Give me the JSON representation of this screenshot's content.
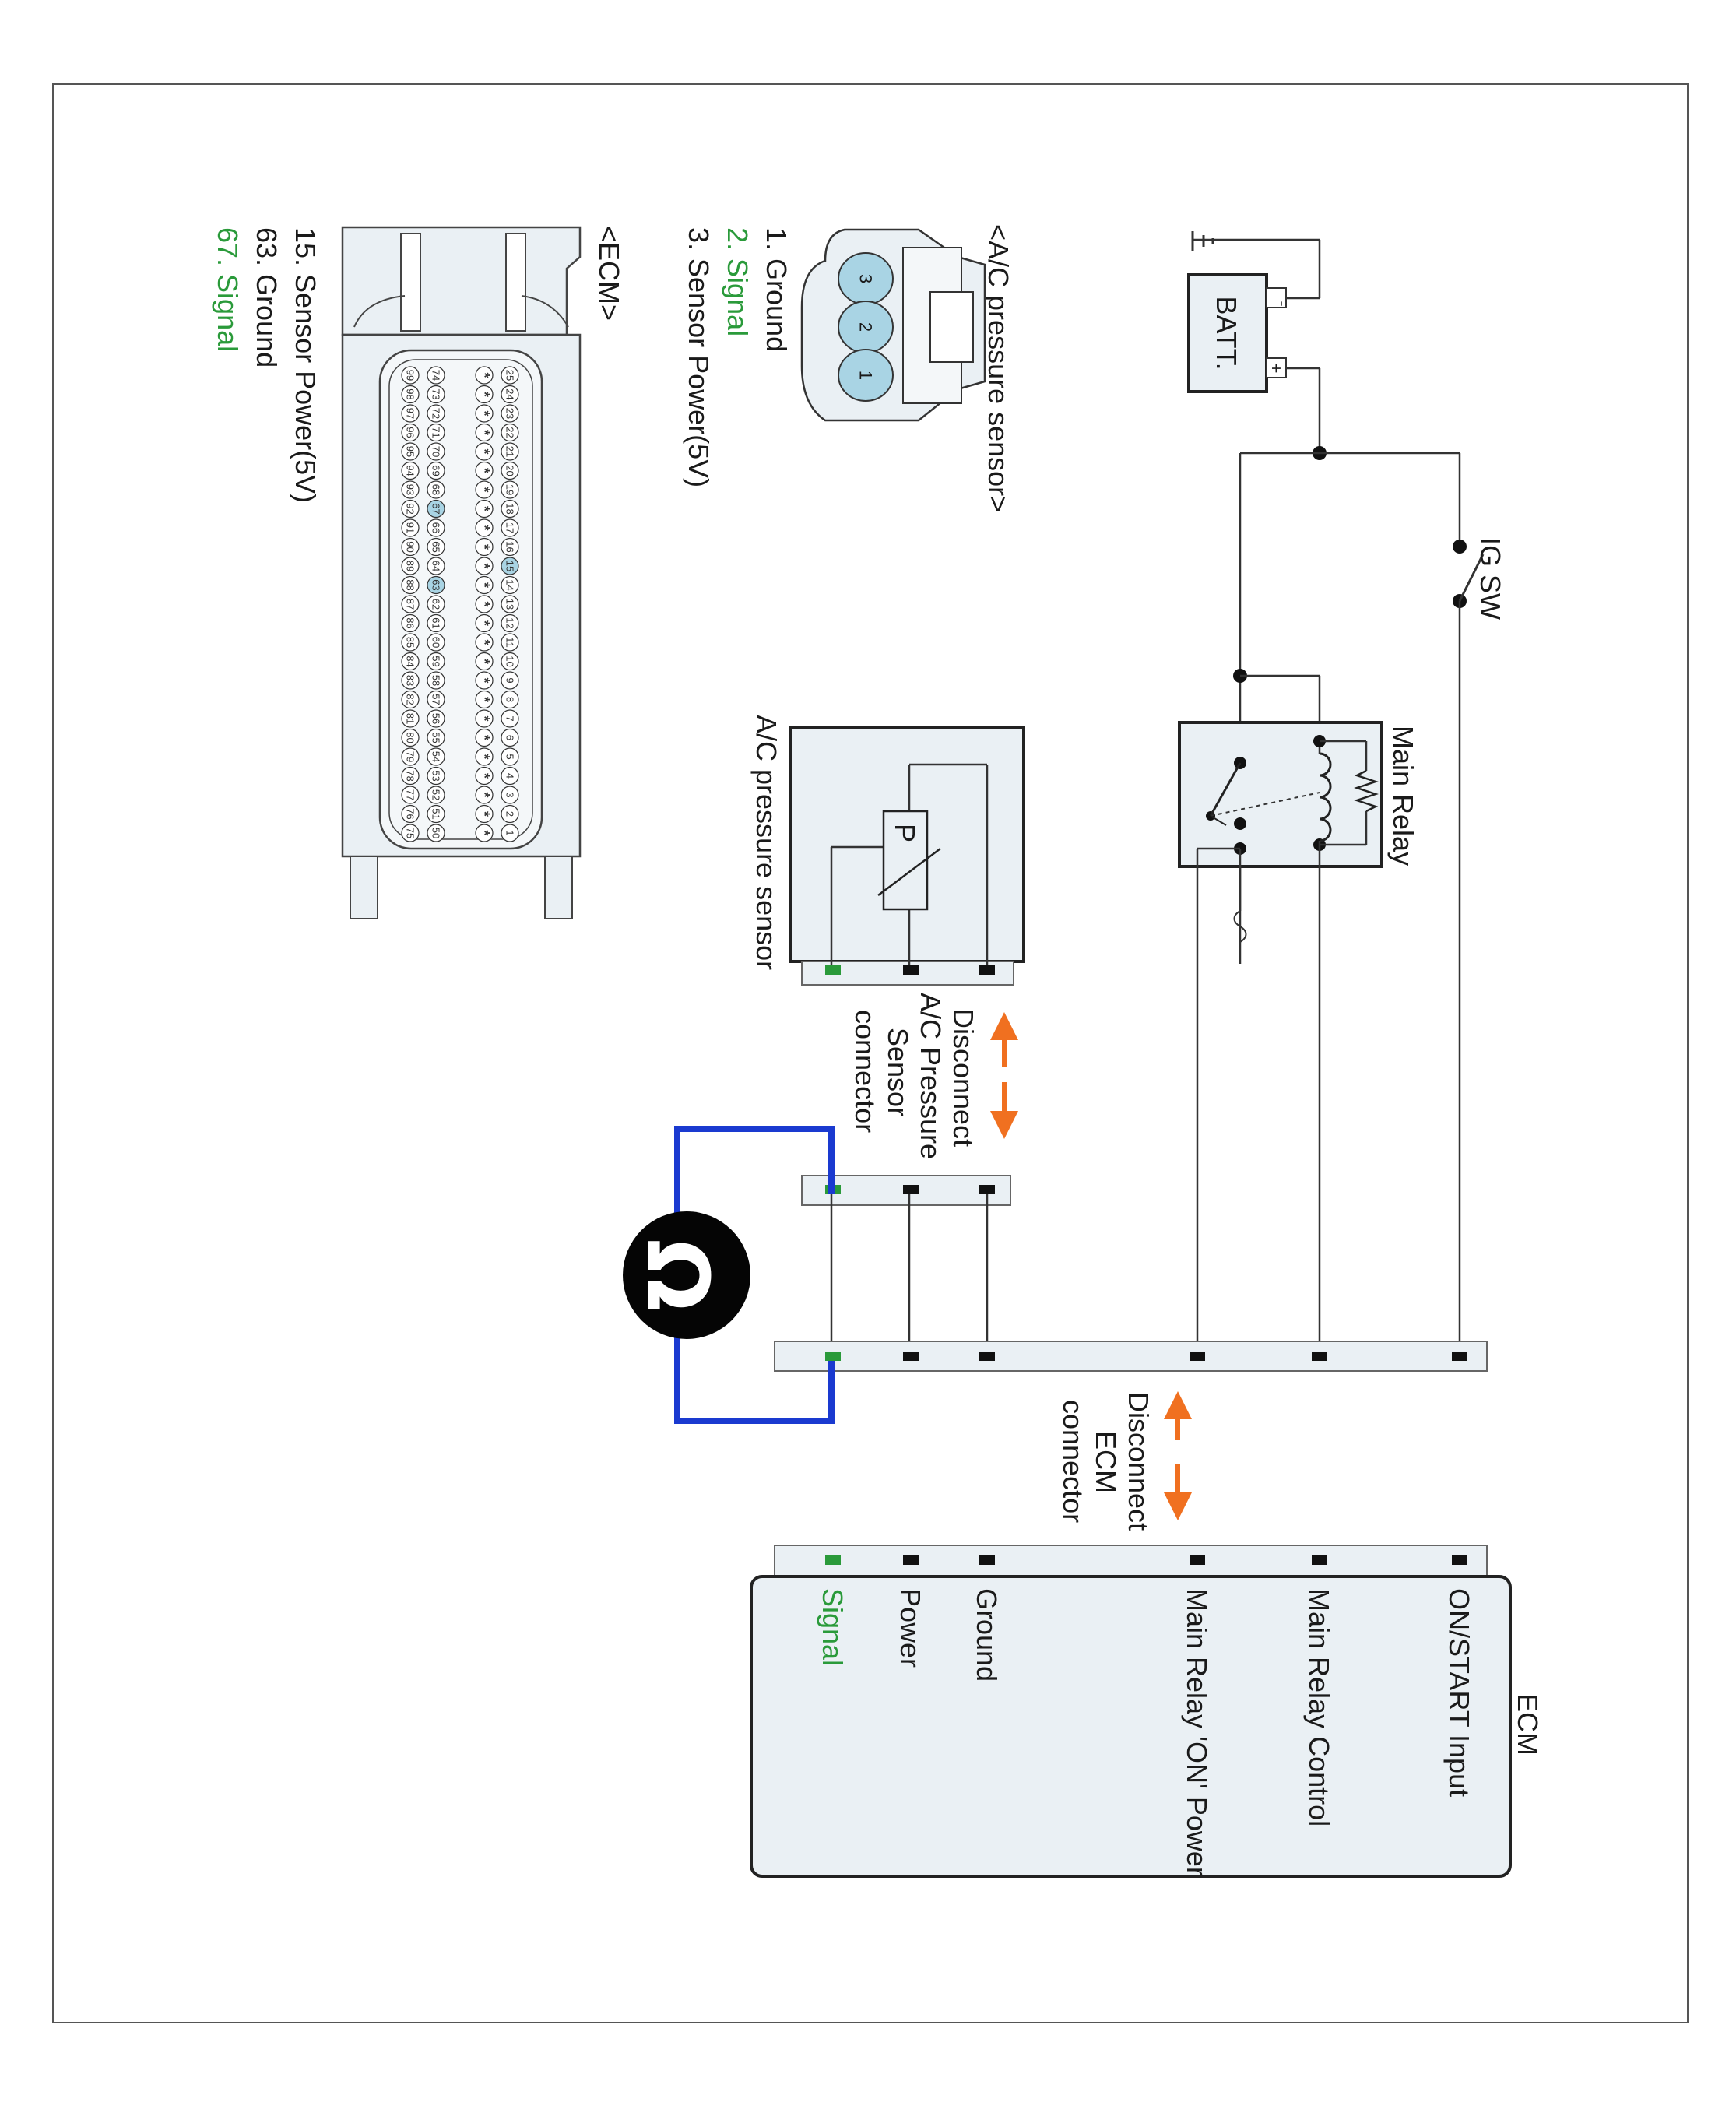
{
  "labels": {
    "ig_sw": "IG SW",
    "batt": "BATT.",
    "batt_minus": "-",
    "batt_plus": "+",
    "main_relay": "Main Relay",
    "ac_sensor_component": "A/C pressure sensor",
    "sensor_symbol": "P",
    "disconnect_sensor": [
      "Disconnect",
      "A/C Pressure",
      "Sensor",
      "connector"
    ],
    "disconnect_ecm": [
      "Disconnect",
      "ECM",
      "connector"
    ],
    "ecm_box_title": "ECM"
  },
  "ecm_terminals": [
    "ON/START Input",
    "Main Relay Control",
    "Main Relay 'ON' Power",
    "Ground",
    "Power",
    "Signal"
  ],
  "ac_connector": {
    "title": "<A/C pressure sensor>",
    "pins": [
      "3",
      "2",
      "1"
    ],
    "legend": [
      "1. Ground",
      "2. Signal",
      "3. Sensor Power(5V)"
    ]
  },
  "ecm_connector": {
    "title": "<ECM>",
    "legend": [
      "15. Sensor Power(5V)",
      "63. Ground",
      "67. Signal"
    ],
    "row_top_pins": [
      "25",
      "24",
      "23",
      "22",
      "21",
      "20",
      "19",
      "18",
      "17",
      "16",
      "15",
      "14",
      "13",
      "12",
      "11",
      "10",
      "9",
      "8",
      "7",
      "6",
      "5",
      "4",
      "3",
      "2",
      "1"
    ],
    "row_mid_pins": [
      "*",
      "*",
      "*",
      "*",
      "*",
      "*",
      "*",
      "*",
      "*",
      "*",
      "*",
      "*",
      "*",
      "*",
      "*",
      "*",
      "*",
      "*",
      "*",
      "*",
      "*",
      "*",
      "*",
      "*",
      "*"
    ],
    "row_low_pins": [
      "74",
      "73",
      "72",
      "71",
      "70",
      "69",
      "68",
      "67",
      "66",
      "65",
      "64",
      "63",
      "62",
      "61",
      "60",
      "59",
      "58",
      "57",
      "56",
      "55",
      "54",
      "53",
      "52",
      "51",
      "50"
    ],
    "row_bot_pins": [
      "99",
      "98",
      "97",
      "96",
      "95",
      "94",
      "93",
      "92",
      "91",
      "90",
      "89",
      "88",
      "87",
      "86",
      "85",
      "84",
      "83",
      "82",
      "81",
      "80",
      "79",
      "78",
      "77",
      "76",
      "75"
    ],
    "highlighted_pins": [
      "15",
      "67",
      "63"
    ]
  },
  "colors": {
    "signal_green": "#2a9a3a",
    "arrow_orange": "#f07020",
    "ohmmeter_blue": "#1a3ad0",
    "pin_blue": "#a9d4e4"
  }
}
